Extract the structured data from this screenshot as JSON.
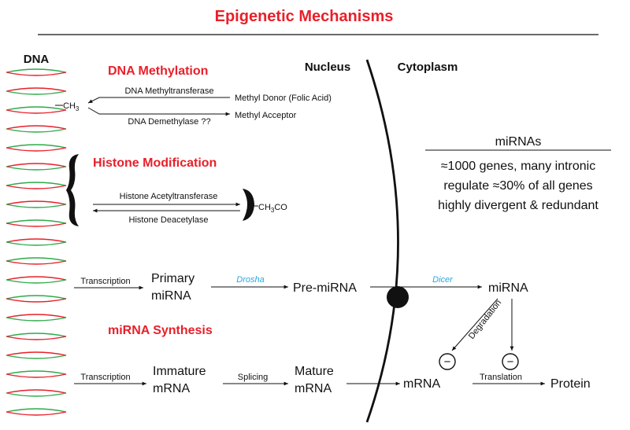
{
  "title": "Epigenetic Mechanisms",
  "labels": {
    "dna": "DNA",
    "nucleus": "Nucleus",
    "cytoplasm": "Cytoplasm"
  },
  "methylation": {
    "heading": "DNA Methylation",
    "methyltransferase": "DNA Methyltransferase",
    "donor": "Methyl Donor (Folic Acid)",
    "demethylase": "DNA Demethylase ??",
    "acceptor": "Methyl Acceptor",
    "ch3_main": "CH",
    "ch3_sub": "3"
  },
  "histone": {
    "heading": "Histone Modification",
    "acetyltransferase": "Histone Acetyltransferase",
    "deacetylase": "Histone Deacetylase",
    "acetyl_a": "CH",
    "acetyl_sub": "3",
    "acetyl_b": "CO"
  },
  "mirna_info": {
    "heading": "miRNAs",
    "line1": "≈1000 genes, many intronic",
    "line2": "regulate ≈30% of all genes",
    "line3": "highly divergent & redundant"
  },
  "synthesis": {
    "heading": "miRNA Synthesis",
    "transcription1": "Transcription",
    "primary_line1": "Primary",
    "primary_line2": "miRNA",
    "drosha": "Drosha",
    "pre_mirna": "Pre-miRNA",
    "dicer": "Dicer",
    "mirna": "miRNA",
    "degradation": "Degradation",
    "transcription2": "Transcription",
    "immature_line1": "Immature",
    "immature_line2": "mRNA",
    "splicing": "Splicing",
    "mature_line1": "Mature",
    "mature_line2": "mRNA",
    "mrna": "mRNA",
    "translation": "Translation",
    "protein": "Protein",
    "minus": "−"
  },
  "colors": {
    "title_red": "#e8202a",
    "strand_red": "#e8202a",
    "strand_green": "#2eaa4a",
    "enzyme_blue": "#27a9e1",
    "ink": "#111111"
  }
}
